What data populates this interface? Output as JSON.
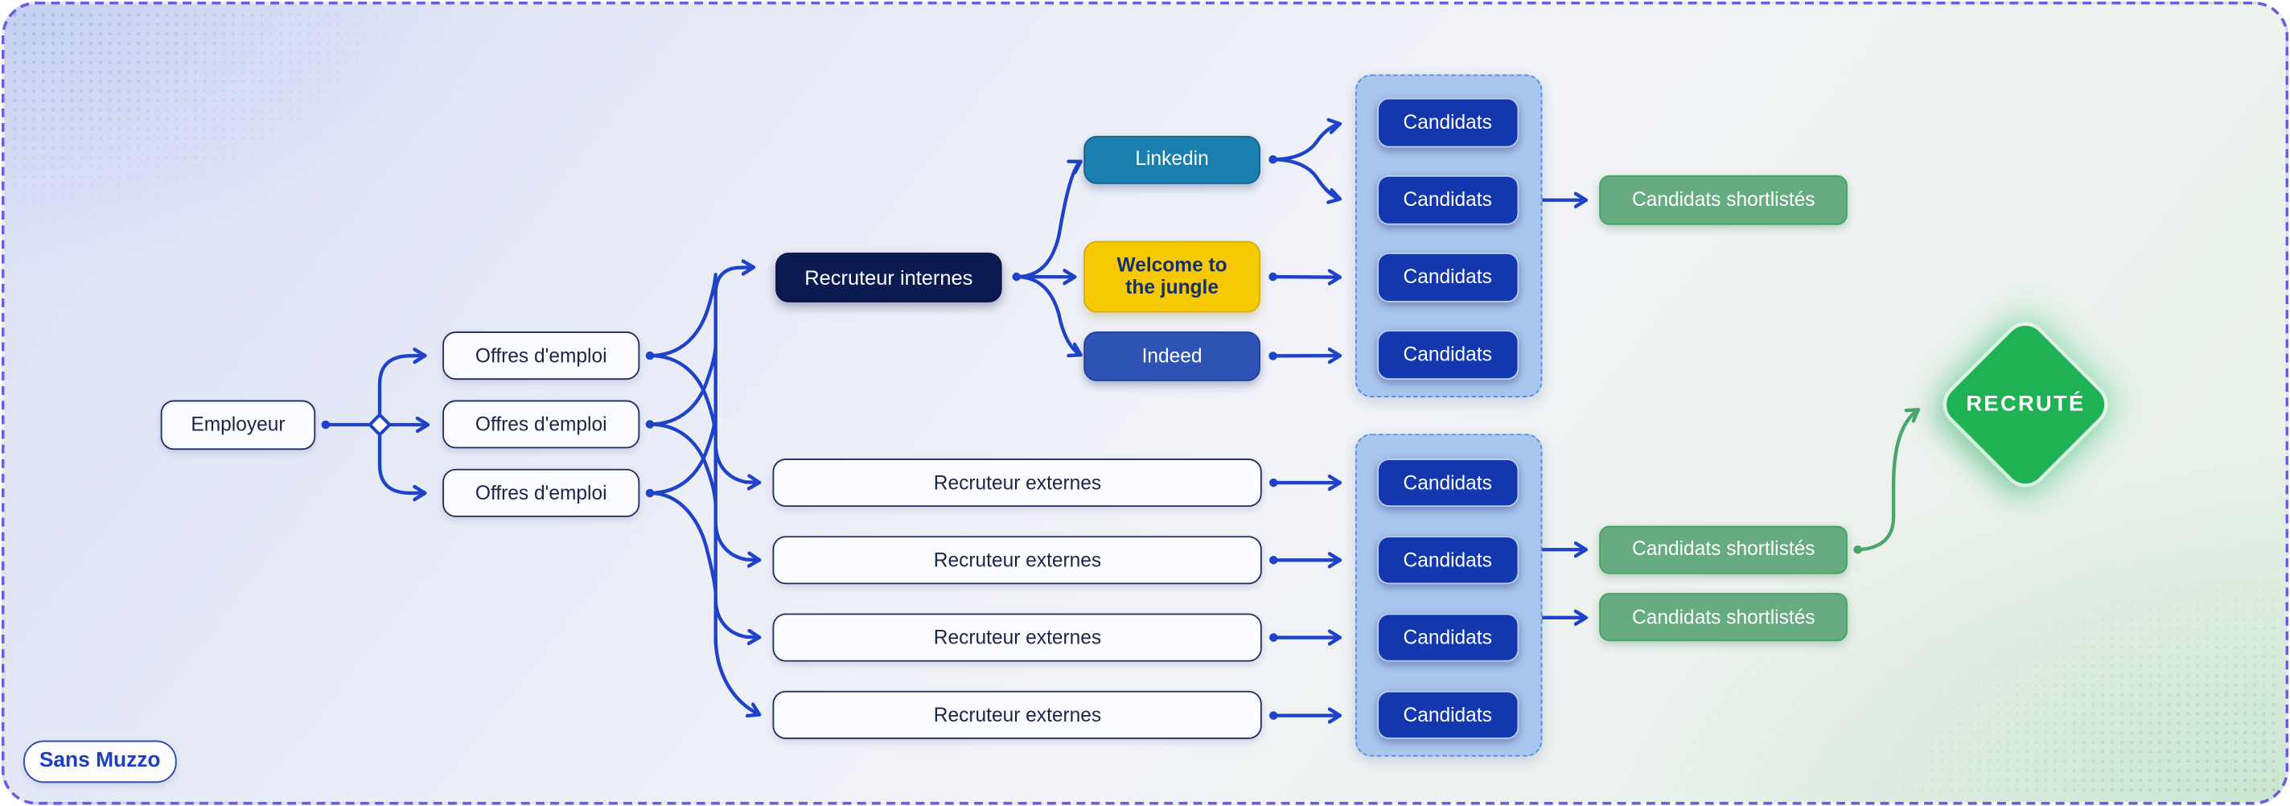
{
  "watermark": "Sans Muzzo",
  "employer": "Employeur",
  "job_offers": [
    "Offres d'emploi",
    "Offres d'emploi",
    "Offres d'emploi"
  ],
  "internal_recruiter": "Recruteur internes",
  "platforms": {
    "linkedin": "Linkedin",
    "welcome_to_the_jungle": "Welcome to the jungle",
    "indeed": "Indeed"
  },
  "external_recruiters": [
    "Recruteur externes",
    "Recruteur externes",
    "Recruteur externes",
    "Recruteur externes"
  ],
  "internal_candidates": [
    "Candidats",
    "Candidats",
    "Candidats",
    "Candidats"
  ],
  "external_candidates": [
    "Candidats",
    "Candidats",
    "Candidats",
    "Candidats"
  ],
  "shortlisted_internal": "Candidats shortlistés",
  "shortlisted_external": [
    "Candidats shortlistés",
    "Candidats shortlistés"
  ],
  "hired": "RECRUTÉ",
  "colors": {
    "arrow_blue": "#1e43c8",
    "arrow_green": "#49a568",
    "navy_box": "#0c1a52",
    "linkedin_teal": "#1a7fae",
    "welcome_yellow": "#f7c902",
    "indeed_blue": "#2e53b5",
    "candidate_blue": "#1337ae",
    "shortlist_green": "#66ac80",
    "hired_green": "#1fb254",
    "group_container_blue": "#a9c7ee",
    "outer_dashed_border": "#6b5ce0"
  }
}
